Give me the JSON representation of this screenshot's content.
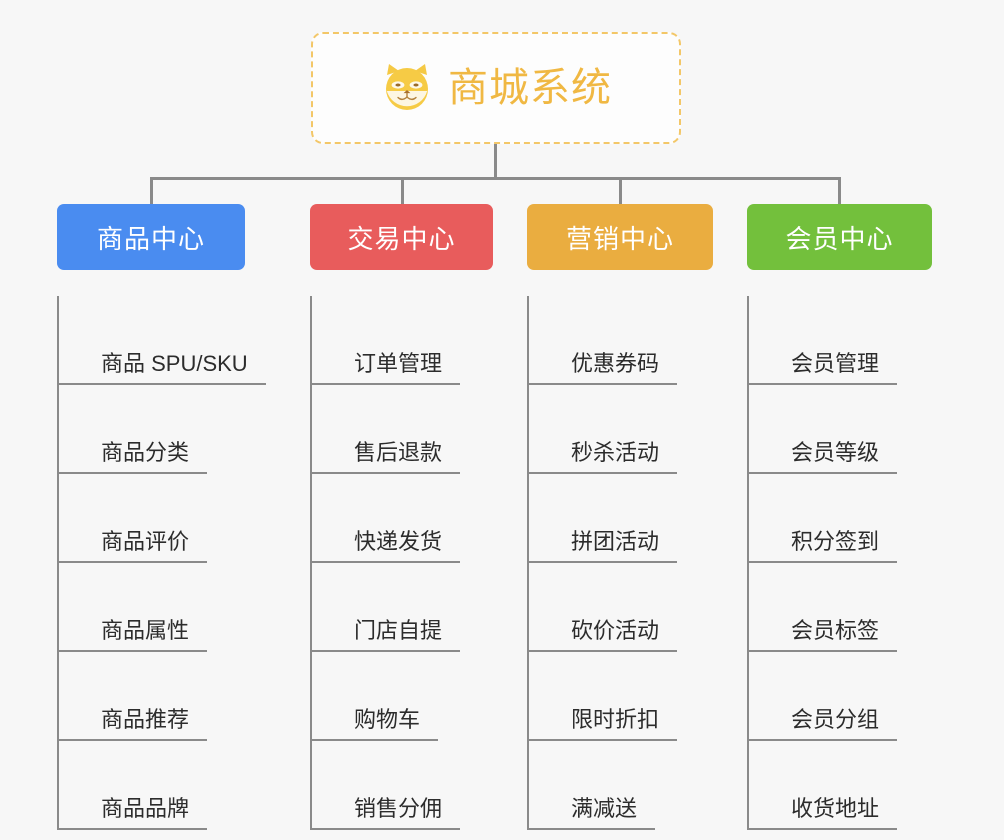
{
  "background_color": "#f7f7f7",
  "root": {
    "icon": "shiba-dog-face-emoji",
    "title": "商城系统",
    "title_color": "#f0b843",
    "border_color": "#f3c768"
  },
  "connector_color": "#8a8a8a",
  "branches": [
    {
      "label": "商品中心",
      "color": "#4a8cf0",
      "items": [
        "商品 SPU/SKU",
        "商品分类",
        "商品评价",
        "商品属性",
        "商品推荐",
        "商品品牌"
      ]
    },
    {
      "label": "交易中心",
      "color": "#e85c5c",
      "items": [
        "订单管理",
        "售后退款",
        "快递发货",
        "门店自提",
        "购物车",
        "销售分佣"
      ]
    },
    {
      "label": "营销中心",
      "color": "#eaad40",
      "items": [
        "优惠券码",
        "秒杀活动",
        "拼团活动",
        "砍价活动",
        "限时折扣",
        "满减送"
      ]
    },
    {
      "label": "会员中心",
      "color": "#73c03c",
      "items": [
        "会员管理",
        "会员等级",
        "积分签到",
        "会员标签",
        "会员分组",
        "收货地址"
      ]
    }
  ]
}
